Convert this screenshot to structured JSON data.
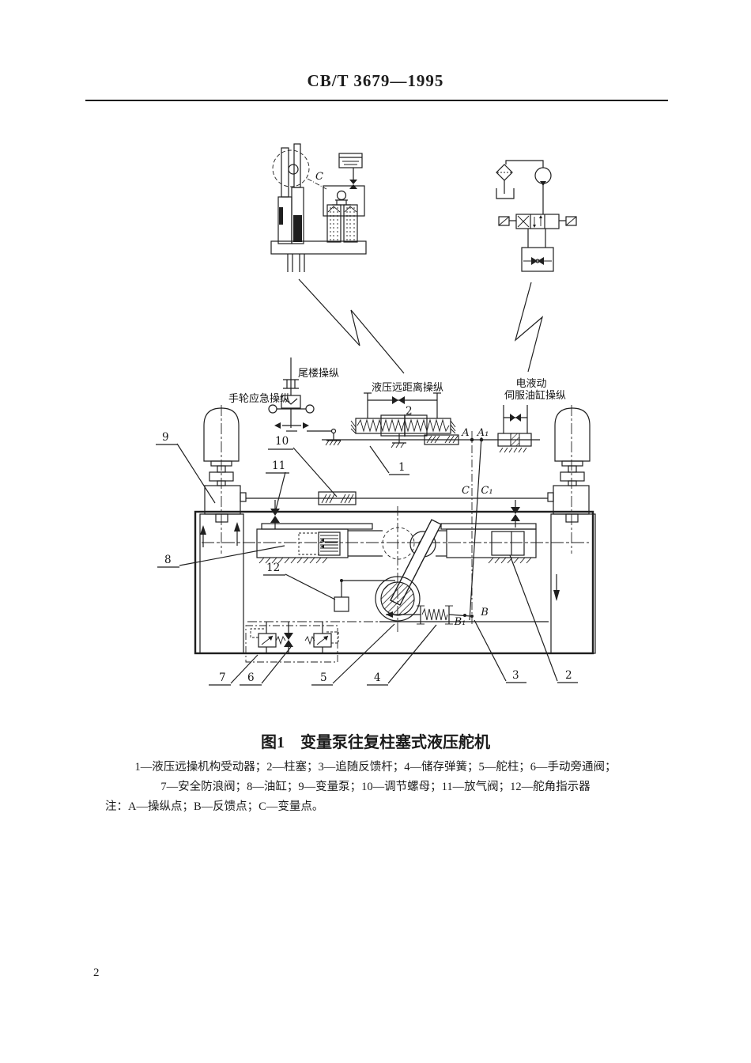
{
  "header": {
    "standard_code": "CB/T 3679—1995"
  },
  "diagram": {
    "controls": {
      "stern": "尾楼操纵",
      "handwheel": "手轮应急操纵",
      "hydraulic_remote": "液压远距离操纵",
      "electro1": "电液动",
      "electro2": "伺服油缸操纵"
    },
    "points": {
      "A": "A",
      "A1": "A₁",
      "B": "B",
      "B1": "B₁",
      "C": "C",
      "C1": "C₁",
      "C_detail": "C"
    },
    "numbers": {
      "n1": "1",
      "n2_top": "2",
      "n2": "2",
      "n3": "3",
      "n4": "4",
      "n5": "5",
      "n6": "6",
      "n7": "7",
      "n8": "8",
      "n9": "9",
      "n10": "10",
      "n11": "11",
      "n12": "12"
    }
  },
  "caption": {
    "figure_label": "图1　变量泵往复柱塞式液压舵机"
  },
  "legend": {
    "line1": "1—液压远操机构受动器；2—柱塞；3—追随反馈杆；4—储存弹簧；5—舵柱；6—手动旁通阀；",
    "line2": "7—安全防浪阀；8—油缸；9—变量泵；10—调节螺母；11—放气阀；12—舵角指示器",
    "note": "注：A—操纵点；B—反馈点；C—变量点。"
  },
  "footer": {
    "page_number": "2"
  }
}
